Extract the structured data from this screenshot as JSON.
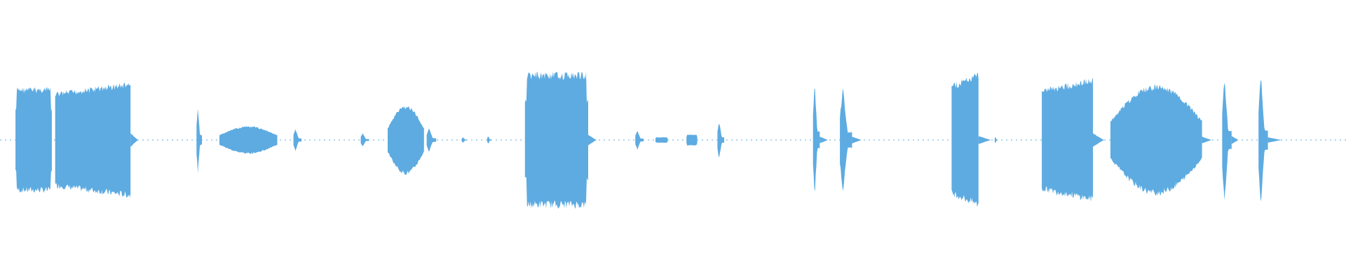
{
  "waveform": {
    "color": "#5dabe1",
    "amplitude_scale": 1.0,
    "segments": [
      {
        "start": 0.0115,
        "end": 0.0385,
        "amp": 0.76,
        "shape": "block"
      },
      {
        "start": 0.041,
        "end": 0.097,
        "amp": 0.84,
        "shape": "rise"
      },
      {
        "start": 0.097,
        "end": 0.1025,
        "amp": 0.1,
        "shape": "decay"
      },
      {
        "start": 0.146,
        "end": 0.15,
        "amp": 0.48,
        "shape": "spike"
      },
      {
        "start": 0.163,
        "end": 0.206,
        "amp": 0.2,
        "shape": "hump"
      },
      {
        "start": 0.218,
        "end": 0.224,
        "amp": 0.16,
        "shape": "spike"
      },
      {
        "start": 0.268,
        "end": 0.274,
        "amp": 0.1,
        "shape": "spike"
      },
      {
        "start": 0.288,
        "end": 0.315,
        "amp": 0.5,
        "shape": "hump"
      },
      {
        "start": 0.317,
        "end": 0.324,
        "amp": 0.18,
        "shape": "spike"
      },
      {
        "start": 0.343,
        "end": 0.347,
        "amp": 0.04,
        "shape": "spike"
      },
      {
        "start": 0.362,
        "end": 0.365,
        "amp": 0.06,
        "shape": "spike"
      },
      {
        "start": 0.39,
        "end": 0.437,
        "amp": 0.98,
        "shape": "block"
      },
      {
        "start": 0.437,
        "end": 0.443,
        "amp": 0.08,
        "shape": "decay"
      },
      {
        "start": 0.472,
        "end": 0.478,
        "amp": 0.14,
        "shape": "spike"
      },
      {
        "start": 0.487,
        "end": 0.496,
        "amp": 0.04,
        "shape": "block"
      },
      {
        "start": 0.51,
        "end": 0.518,
        "amp": 0.08,
        "shape": "block"
      },
      {
        "start": 0.533,
        "end": 0.538,
        "amp": 0.28,
        "shape": "spike"
      },
      {
        "start": 0.604,
        "end": 0.609,
        "amp": 0.84,
        "shape": "spike"
      },
      {
        "start": 0.609,
        "end": 0.615,
        "amp": 0.05,
        "shape": "decay"
      },
      {
        "start": 0.624,
        "end": 0.633,
        "amp": 0.77,
        "shape": "spike"
      },
      {
        "start": 0.633,
        "end": 0.64,
        "amp": 0.05,
        "shape": "decay"
      },
      {
        "start": 0.707,
        "end": 0.727,
        "amp": 0.98,
        "shape": "rise"
      },
      {
        "start": 0.727,
        "end": 0.736,
        "amp": 0.06,
        "shape": "decay"
      },
      {
        "start": 0.739,
        "end": 0.741,
        "amp": 0.05,
        "shape": "spike"
      },
      {
        "start": 0.774,
        "end": 0.812,
        "amp": 0.9,
        "shape": "rise"
      },
      {
        "start": 0.812,
        "end": 0.82,
        "amp": 0.1,
        "shape": "decay"
      },
      {
        "start": 0.825,
        "end": 0.893,
        "amp": 0.8,
        "shape": "hump"
      },
      {
        "start": 0.893,
        "end": 0.9,
        "amp": 0.05,
        "shape": "decay"
      },
      {
        "start": 0.908,
        "end": 0.915,
        "amp": 0.92,
        "shape": "spike"
      },
      {
        "start": 0.915,
        "end": 0.92,
        "amp": 0.06,
        "shape": "decay"
      },
      {
        "start": 0.935,
        "end": 0.942,
        "amp": 0.98,
        "shape": "spike"
      },
      {
        "start": 0.942,
        "end": 0.952,
        "amp": 0.04,
        "shape": "decay"
      }
    ]
  }
}
